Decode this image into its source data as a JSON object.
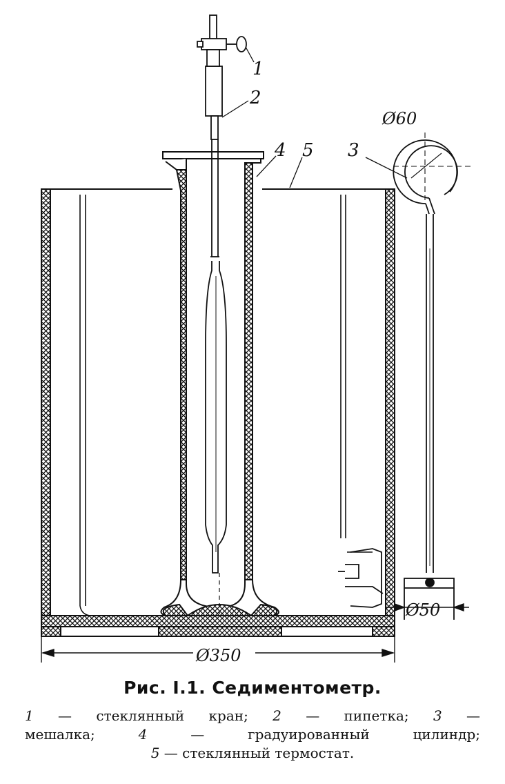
{
  "labels": {
    "l1": "1",
    "l2": "2",
    "l3": "3",
    "l4": "4",
    "l5": "5",
    "dim_60": "Ø60",
    "dim_50": "Ø50",
    "dim_350": "Ø350"
  },
  "caption": {
    "title": "Рис. I.1. Седиментометр.",
    "lines": [
      [
        {
          "n": "1",
          "t": " — стеклянный кран; "
        },
        {
          "n": "2",
          "t": " — пипетка; "
        },
        {
          "n": "3",
          "t": " —"
        }
      ],
      [
        {
          "n": "",
          "t": "мешалка; "
        },
        {
          "n": "4",
          "t": " — градуированный цилиндр;"
        }
      ],
      [
        {
          "n": "5",
          "t": " — стеклянный термостат."
        }
      ]
    ]
  },
  "colors": {
    "ink": "#111111",
    "paper": "#ffffff"
  }
}
